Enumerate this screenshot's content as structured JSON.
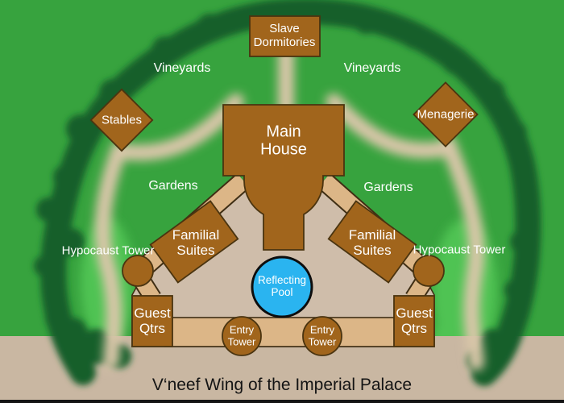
{
  "title": "V‘neef Wing of the Imperial Palace",
  "colors": {
    "grass_green": "#37a33e",
    "hedge_dark_green": "#155e2b",
    "lawn_light_green": "#50c352",
    "path_tan": "#d8c6a8",
    "road_tan": "#c9b7a2",
    "courtyard_tan": "#cfbdaa",
    "wall_tan": "#dcb687",
    "building_brown": "#a1651c",
    "pool_blue": "#2ab4f0",
    "outline_dark": "#3f2e14",
    "label_white": "#ffffff",
    "title_black": "#141414"
  },
  "map": {
    "labels": {
      "vineyards_left": "Vineyards",
      "vineyards_right": "Vineyards",
      "gardens_left": "Gardens",
      "gardens_right": "Gardens",
      "hypocaust_left": "Hypocaust Tower",
      "hypocaust_right": "Hypocaust Tower"
    },
    "buildings": {
      "slave_dormitories": "Slave Dormitories",
      "stables": "Stables",
      "menagerie": "Menagerie",
      "main_house": "Main House",
      "familial_suites_left": "Familial Suites",
      "familial_suites_right": "Familial Suites",
      "guest_qtrs_left": "Guest Qtrs",
      "guest_qtrs_right": "Guest Qtrs",
      "entry_tower_left": "Entry Tower",
      "entry_tower_right": "Entry Tower",
      "reflecting_pool": "Reflecting Pool"
    }
  }
}
